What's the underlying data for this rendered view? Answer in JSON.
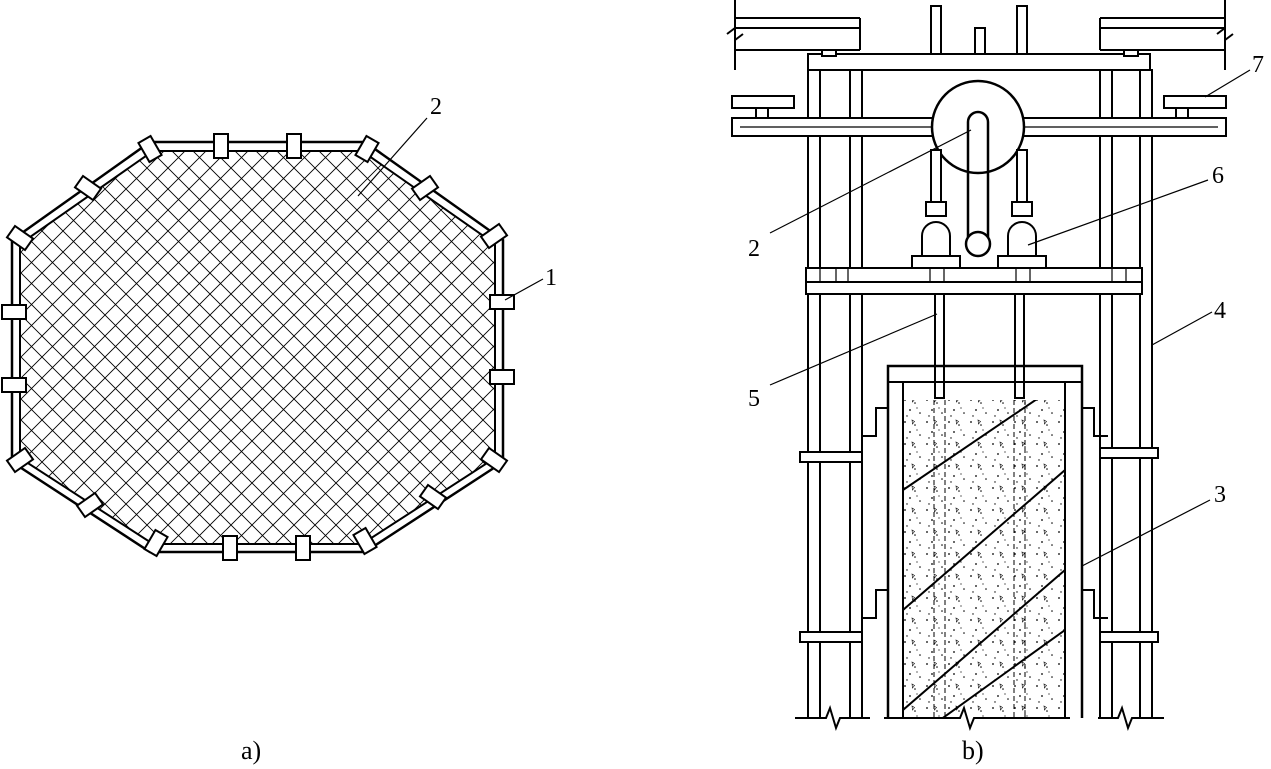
{
  "panels": {
    "a": {
      "caption": "a)",
      "callouts": [
        {
          "id": "1",
          "text": "1"
        },
        {
          "id": "2",
          "text": "2"
        }
      ]
    },
    "b": {
      "caption": "b)",
      "callouts": [
        {
          "id": "2",
          "text": "2"
        },
        {
          "id": "3",
          "text": "3"
        },
        {
          "id": "4",
          "text": "4"
        },
        {
          "id": "5",
          "text": "5"
        },
        {
          "id": "6",
          "text": "6"
        },
        {
          "id": "7",
          "text": "7"
        }
      ]
    }
  }
}
